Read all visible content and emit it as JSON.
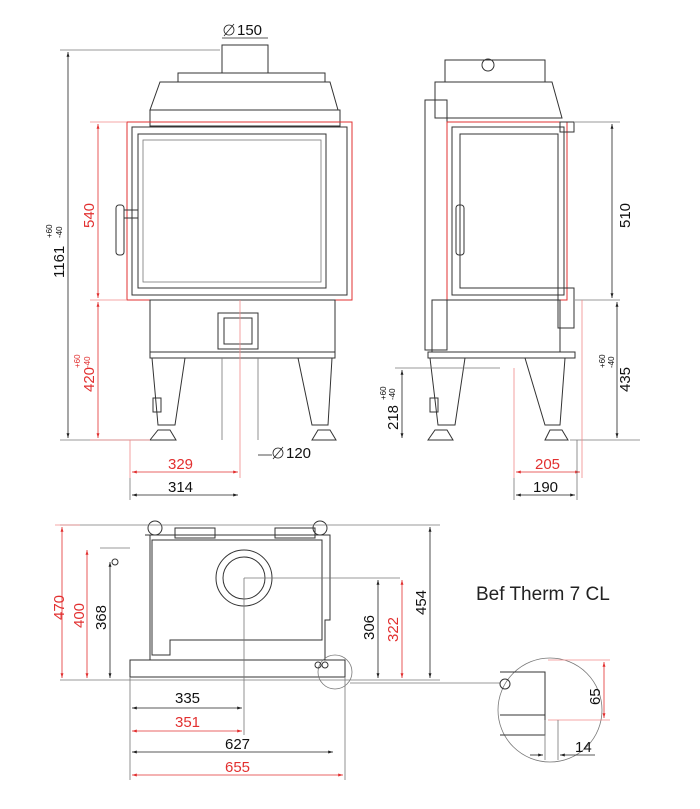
{
  "title": "Bef Therm 7 CL",
  "front_view": {
    "flue_diameter": "150",
    "total_height": "1161",
    "total_height_tol_plus": "+60",
    "total_height_tol_minus": "-40",
    "door_height": "540",
    "base_height": "420",
    "base_height_tol_plus": "+60",
    "base_height_tol_minus": "-40",
    "air_inlet_diameter": "120",
    "width_red": "329",
    "width_black": "314"
  },
  "side_view": {
    "door_height": "510",
    "base_height": "435",
    "base_height_tol_plus": "+60",
    "base_height_tol_minus": "-40",
    "air_inlet_height": "218",
    "air_inlet_tol_plus": "+60",
    "air_inlet_tol_minus": "-40",
    "depth_red": "205",
    "depth_black": "190"
  },
  "top_view": {
    "depth_470": "470",
    "depth_400": "400",
    "depth_368": "368",
    "flue_306": "306",
    "flue_322": "322",
    "depth_454": "454",
    "flue_335": "335",
    "flue_351": "351",
    "width_627": "627",
    "width_655": "655"
  },
  "detail": {
    "height": "65",
    "width": "14"
  },
  "colors": {
    "accent": "#e23030",
    "line": "#333333"
  }
}
